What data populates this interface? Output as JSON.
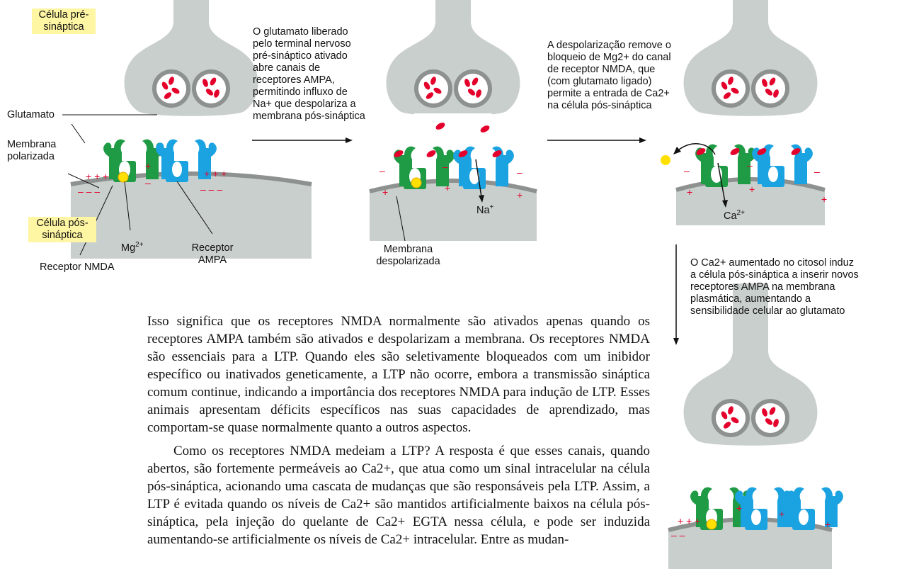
{
  "colors": {
    "gray": "#c9cfcc",
    "dark_gray": "#8d918f",
    "nmda_green": "#1f9a45",
    "ampa_blue": "#1aa3e0",
    "glutamate_red": "#e4002b",
    "magnesium_yellow": "#ffe000",
    "label_highlight": "#fff6a3"
  },
  "labels": {
    "presynaptic_cell": "Célula pré-sináptica",
    "postsynaptic_cell": "Célula pós-sináptica",
    "glutamate": "Glutamato",
    "polarized_membrane": "Membrana polarizada",
    "mg": "Mg",
    "mg_charge": "2+",
    "nmda_receptor": "Receptor NMDA",
    "ampa_receptor": "Receptor AMPA",
    "depolarized_membrane": "Membrana despolarizada",
    "na": "Na",
    "na_charge": "+",
    "ca": "Ca",
    "ca_charge": "2+"
  },
  "steps": {
    "step1": "O glutamato liberado pelo terminal nervoso pré-sináptico ativado abre canais de receptores AMPA, permitindo influxo de Na+ que despolariza a membrana pós-sináptica",
    "step2": "A despolarização remove o bloqueio de Mg2+ do canal de receptor NMDA, que (com glutamato ligado) permite a entrada de Ca2+ na célula pós-sináptica",
    "step3": "O Ca2+ aumentado no citosol induz a célula pós-sináptica a inserir novos receptores AMPA na membrana plasmática, aumentando a sensibilidade celular ao glutamato"
  },
  "body": {
    "paragraph1": "Isso significa que os receptores NMDA normalmente são ativados apenas quando os receptores AMPA também são ativados e despolarizam a membrana. Os receptores NMDA são essenciais para a LTP. Quando eles são seletivamente bloqueados com um inibidor específico ou inativados geneticamente, a LTP não ocorre, embora a transmissão sináptica comum continue, indicando a importância dos receptores NMDA para indução de LTP. Esses animais apresentam déficits específicos nas suas capacidades de aprendizado, mas comportam-se quase normalmente quanto a outros aspectos.",
    "paragraph2": "Como os receptores NMDA medeiam a LTP? A resposta é que esses canais, quando abertos, são fortemente permeáveis ao Ca2+, que atua como um sinal intracelular na célula pós-sináptica, acionando uma cascata de mudanças que são responsáveis pela LTP. Assim, a LTP é evitada quando os níveis de Ca2+ são mantidos artificialmente baixos na célula pós-sináptica, pela injeção do quelante de Ca2+ EGTA nessa célula, e pode ser induzida aumentando-se artificialmente os níveis de Ca2+ intracelular. Entre as mudan-"
  }
}
